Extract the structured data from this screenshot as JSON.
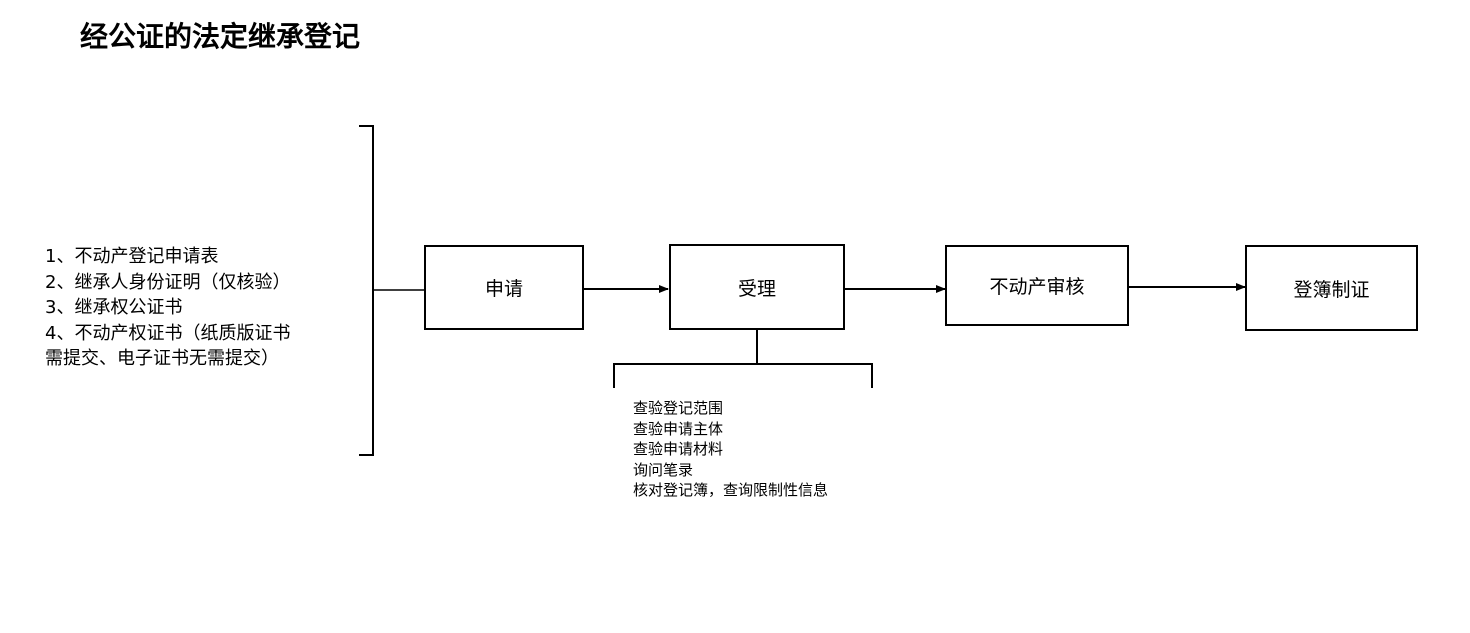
{
  "title": "经公证的法定继承登记",
  "materials": [
    "1、不动产登记申请表",
    "2、继承人身份证明（仅核验）",
    "3、继承权公证书",
    "4、不动产权证书（纸质版证书",
    "需提交、电子证书无需提交）"
  ],
  "steps": [
    {
      "label": "申请"
    },
    {
      "label": "受理"
    },
    {
      "label": "不动产审核"
    },
    {
      "label": "登簿制证"
    }
  ],
  "acceptance_checks": [
    "查验登记范围",
    "查验申请主体",
    "查验申请材料",
    "询问笔录",
    "核对登记簿，查询限制性信息"
  ]
}
